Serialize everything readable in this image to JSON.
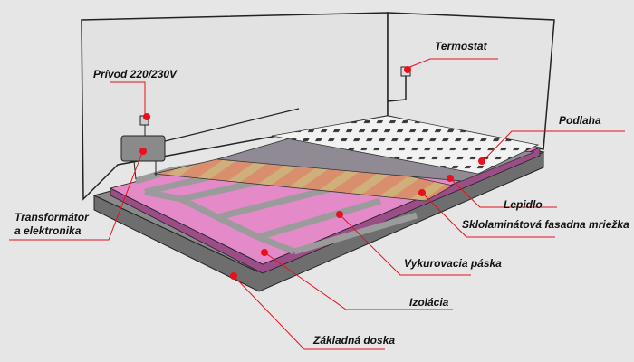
{
  "title": "Elektrické podlahové kúrenie – skladba",
  "labels": {
    "privod": "Prívod 220/230V",
    "termostat": "Termostat",
    "podlaha": "Podlaha",
    "transformator_1": "Transformátor",
    "transformator_2": "a elektronika",
    "lepidlo": "Lepidlo",
    "mriezka": "Sklolaminátová fasadna mriežka",
    "paska": "Vykurovacia páska",
    "izolacia": "Izolácia",
    "doska": "Základná doska"
  },
  "colors": {
    "background": "#e6e6e6",
    "marker": "#e8101c",
    "insulation": "#e48ac8",
    "mesh": "#d4906c",
    "tile": "#efefef",
    "concrete": "#7c7c7c"
  }
}
